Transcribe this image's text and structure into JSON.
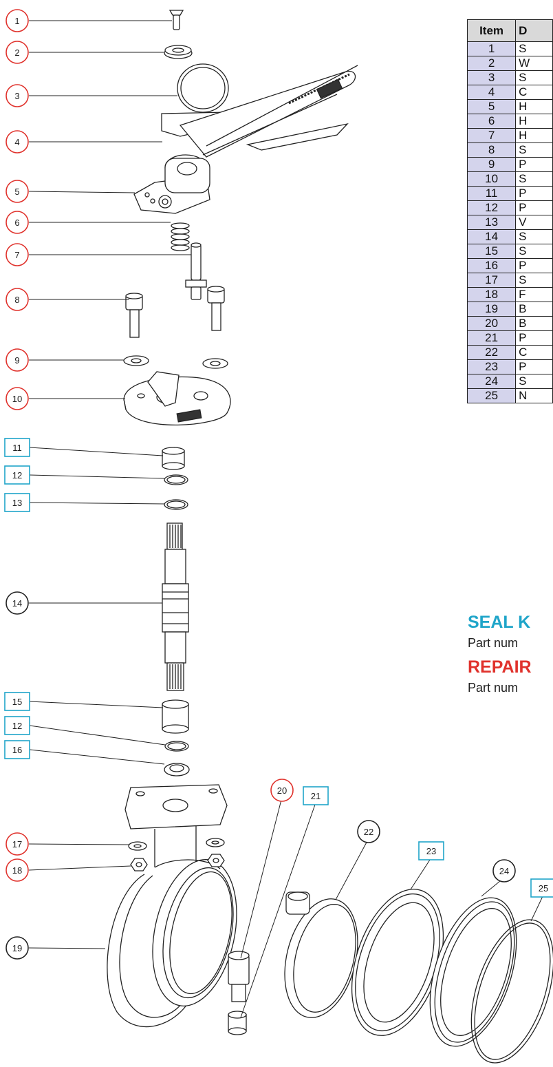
{
  "colors": {
    "seal_kit": "#1fa5c9",
    "repair_kit": "#e0322c",
    "line": "#222222",
    "item_cell": "#d4d4ec",
    "header_cell": "#d9d9d9"
  },
  "callouts": [
    {
      "label": "1",
      "kit": "repair",
      "shape": "circle"
    },
    {
      "label": "2",
      "kit": "repair",
      "shape": "circle"
    },
    {
      "label": "3",
      "kit": "repair",
      "shape": "circle"
    },
    {
      "label": "4",
      "kit": "repair",
      "shape": "circle"
    },
    {
      "label": "5",
      "kit": "repair",
      "shape": "circle"
    },
    {
      "label": "6",
      "kit": "repair",
      "shape": "circle"
    },
    {
      "label": "7",
      "kit": "repair",
      "shape": "circle"
    },
    {
      "label": "8",
      "kit": "repair",
      "shape": "circle"
    },
    {
      "label": "9",
      "kit": "repair",
      "shape": "circle"
    },
    {
      "label": "10",
      "kit": "repair",
      "shape": "circle"
    },
    {
      "label": "11",
      "kit": "seal",
      "shape": "box"
    },
    {
      "label": "12",
      "kit": "seal",
      "shape": "box"
    },
    {
      "label": "13",
      "kit": "seal",
      "shape": "box"
    },
    {
      "label": "14",
      "kit": "none",
      "shape": "circle"
    },
    {
      "label": "15",
      "kit": "seal",
      "shape": "box"
    },
    {
      "label": "12",
      "kit": "seal",
      "shape": "box"
    },
    {
      "label": "16",
      "kit": "seal",
      "shape": "box"
    },
    {
      "label": "17",
      "kit": "repair",
      "shape": "circle"
    },
    {
      "label": "18",
      "kit": "repair",
      "shape": "circle"
    },
    {
      "label": "19",
      "kit": "none",
      "shape": "circle"
    },
    {
      "label": "20",
      "kit": "repair",
      "shape": "circle"
    },
    {
      "label": "21",
      "kit": "seal",
      "shape": "box"
    },
    {
      "label": "22",
      "kit": "none",
      "shape": "circle"
    },
    {
      "label": "23",
      "kit": "seal",
      "shape": "box"
    },
    {
      "label": "24",
      "kit": "none",
      "shape": "circle"
    },
    {
      "label": "25",
      "kit": "seal",
      "shape": "box"
    }
  ],
  "parts_table": {
    "header_item": "Item",
    "header_desc": "D",
    "rows": [
      {
        "item": "1",
        "desc": "S"
      },
      {
        "item": "2",
        "desc": "W"
      },
      {
        "item": "3",
        "desc": "S"
      },
      {
        "item": "4",
        "desc": "C"
      },
      {
        "item": "5",
        "desc": "H"
      },
      {
        "item": "6",
        "desc": "H"
      },
      {
        "item": "7",
        "desc": "H"
      },
      {
        "item": "8",
        "desc": "S"
      },
      {
        "item": "9",
        "desc": "P"
      },
      {
        "item": "10",
        "desc": "S"
      },
      {
        "item": "11",
        "desc": "P"
      },
      {
        "item": "12",
        "desc": "P"
      },
      {
        "item": "13",
        "desc": "V"
      },
      {
        "item": "14",
        "desc": "S"
      },
      {
        "item": "15",
        "desc": "S"
      },
      {
        "item": "16",
        "desc": "P"
      },
      {
        "item": "17",
        "desc": "S"
      },
      {
        "item": "18",
        "desc": "F"
      },
      {
        "item": "19",
        "desc": "B"
      },
      {
        "item": "20",
        "desc": "B"
      },
      {
        "item": "21",
        "desc": "P"
      },
      {
        "item": "22",
        "desc": "C"
      },
      {
        "item": "23",
        "desc": "P"
      },
      {
        "item": "24",
        "desc": "S"
      },
      {
        "item": "25",
        "desc": "N"
      }
    ]
  },
  "kits": {
    "seal_title": "SEAL K",
    "seal_part": "Part num",
    "repair_title": "REPAIR",
    "repair_part": "Part num"
  }
}
